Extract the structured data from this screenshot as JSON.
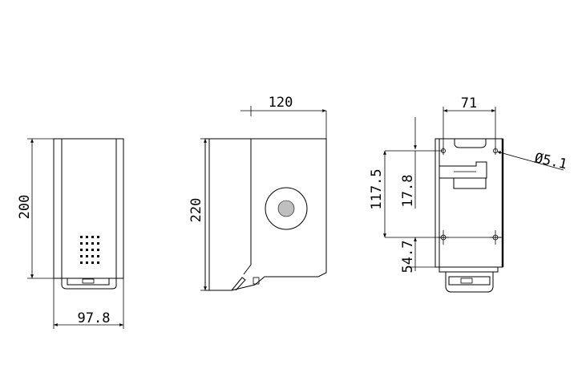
{
  "views": {
    "front": {
      "width_label": "97.8",
      "height_label": "200"
    },
    "side": {
      "depth_label": "120",
      "height_label": "220"
    },
    "rear": {
      "width_label": "71",
      "hole_label": "Ø5.1",
      "span_label": "117.5",
      "inner_label": "17.8",
      "bottom_label": "54.7"
    }
  },
  "colors": {
    "line": "#000000",
    "button_fill": "#bfbfbf",
    "background": "#ffffff"
  }
}
